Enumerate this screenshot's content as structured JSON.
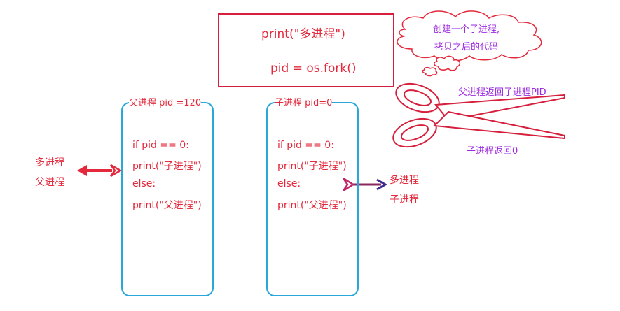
{
  "top_box": {
    "line1": "print(\"多进程\")",
    "line2": "pid = os.fork()"
  },
  "cloud": {
    "line1": "创建一个子进程,",
    "line2": "拷贝之后的代码"
  },
  "scissors_labels": {
    "parent_returns": "父进程返回子进程PID",
    "child_returns": "子进程返回0"
  },
  "parent_box": {
    "title": "父进程 pid =120",
    "code": [
      "if pid == 0:",
      "print(\"子进程\")",
      "else:",
      "print(\"父进程\")"
    ]
  },
  "child_box": {
    "title": "子进程 pid=0",
    "code": [
      "if pid == 0:",
      "print(\"子进程\")",
      "else:",
      "print(\"父进程\")"
    ]
  },
  "left_output": {
    "line1": "多进程",
    "line2": "父进程"
  },
  "right_output": {
    "line1": "多进程",
    "line2": "子进程"
  },
  "colors": {
    "red": "#e4293c",
    "purple": "#9b2ae0",
    "blue": "#2aa7d9"
  }
}
